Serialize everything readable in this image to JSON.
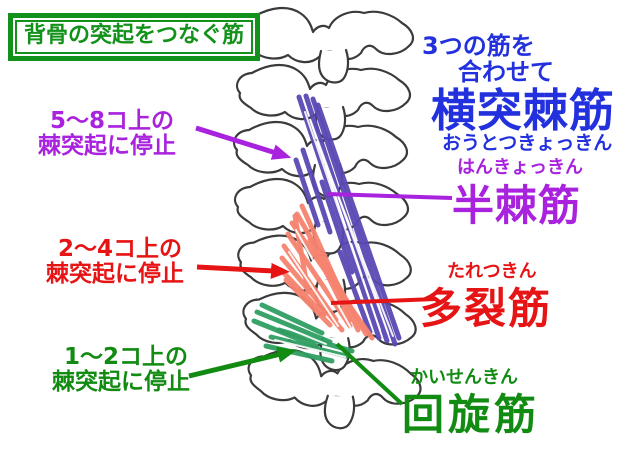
{
  "colors": {
    "title_green": "#12921a",
    "heading_blue": "#2231dd",
    "purple_label": "#a922dd",
    "purple_fiber": "#5a49b4",
    "red_label": "#e61414",
    "salmon_fiber": "#f5836f",
    "green_label": "#128b12",
    "green_fiber": "#2f9e62",
    "bone_outline": "#3b3b3b"
  },
  "title_box": {
    "label": "背骨の突起をつなぐ筋"
  },
  "heading": {
    "line1": "3つの筋を",
    "line2": "合わせて",
    "muscle_group": "横突棘筋",
    "furigana": "おうとつきょっきん"
  },
  "muscles": [
    {
      "name": "半棘筋",
      "furigana": "はんきょっきん",
      "annotation_line1": "5〜8コ上の",
      "annotation_line2": "棘突起に停止"
    },
    {
      "name": "多裂筋",
      "furigana": "たれつきん",
      "annotation_line1": "2〜4コ上の",
      "annotation_line2": "棘突起に停止"
    },
    {
      "name": "回旋筋",
      "furigana": "かいせんきん",
      "annotation_line1": "1〜2コ上の",
      "annotation_line2": "棘突起に停止"
    }
  ]
}
